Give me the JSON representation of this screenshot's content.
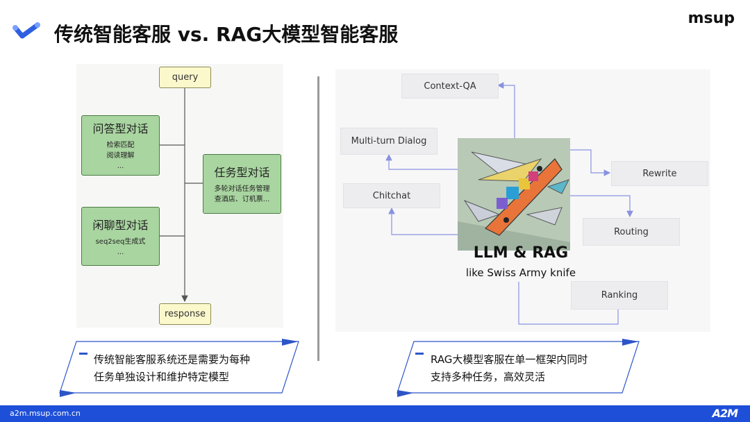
{
  "header": {
    "title": "传统智能客服 vs. RAG大模型智能客服",
    "brand": "msup"
  },
  "left_diagram": {
    "query": "query",
    "response": "response",
    "qa": {
      "title": "问答型对话",
      "lines": [
        "检索匹配",
        "阅读理解",
        "..."
      ]
    },
    "chat": {
      "title": "闲聊型对话",
      "lines": [
        "seq2seq生成式",
        "..."
      ]
    },
    "task": {
      "title": "任务型对话",
      "lines": [
        "多轮对话任务管理",
        "查酒店、订机票..."
      ]
    }
  },
  "right_diagram": {
    "nodes": {
      "context_qa": "Context-QA",
      "multi_turn": "Multi-turn Dialog",
      "chitchat": "Chitchat",
      "rewrite": "Rewrite",
      "routing": "Routing",
      "ranking": "Ranking"
    },
    "center": {
      "title": "LLM & RAG",
      "subtitle": "like Swiss Army knife"
    }
  },
  "cards": {
    "left": [
      "传统智能客服系统还是需要为每种",
      "任务单独设计和维护特定模型"
    ],
    "right": [
      "RAG大模型客服在单一框架内同时",
      "支持多种任务，高效灵活"
    ]
  },
  "footer": {
    "url": "a2m.msup.com.cn",
    "logo": "A2M"
  },
  "colors": {
    "accent": "#1e4fd8",
    "green_node": "#a9d5a0",
    "yellow_node": "#fbf8cc",
    "arrow": "#8a92e0"
  }
}
